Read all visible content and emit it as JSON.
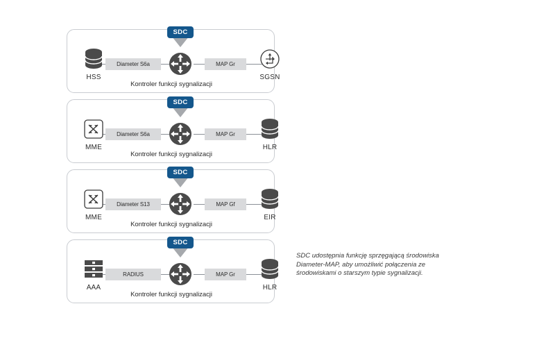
{
  "diagram": {
    "title_text_color": "#2b2b2b",
    "accent_color": "#14578c",
    "chip_color": "#d9dadc",
    "card_border_color": "#c9ccd1",
    "center_node_label": "SDC",
    "rows": [
      {
        "id": "row-1",
        "left_node": {
          "label": "HSS",
          "icon": "database-icon"
        },
        "left_link": "Diameter S6a",
        "right_link": "MAP Gr",
        "right_node": {
          "label": "SGSN",
          "icon": "router-outline-icon"
        },
        "center_badge": "SDC",
        "center_label": "Kontroler funkcji sygnalizacji"
      },
      {
        "id": "row-2",
        "left_node": {
          "label": "MME",
          "icon": "switch-icon"
        },
        "left_link": "Diameter S6a",
        "right_link": "MAP Gr",
        "right_node": {
          "label": "HLR",
          "icon": "database-icon"
        },
        "center_badge": "SDC",
        "center_label": "Kontroler funkcji sygnalizacji"
      },
      {
        "id": "row-3",
        "left_node": {
          "label": "MME",
          "icon": "switch-icon"
        },
        "left_link": "Diameter S13",
        "right_link": "MAP Gf",
        "right_node": {
          "label": "EIR",
          "icon": "database-icon"
        },
        "center_badge": "SDC",
        "center_label": "Kontroler funkcji sygnalizacji"
      },
      {
        "id": "row-4",
        "left_node": {
          "label": "AAA",
          "icon": "server-stack-icon"
        },
        "left_link": "RADIUS",
        "right_link": "MAP Gr",
        "right_node": {
          "label": "HLR",
          "icon": "database-icon"
        },
        "center_badge": "SDC",
        "center_label": "Kontroler funkcji sygnalizacji"
      }
    ]
  },
  "note": {
    "line1": "SDC udostępnia funkcję sprzęgającą środowiska",
    "line2": "Diameter-MAP, aby umożliwić połączenia ze",
    "line3": "środowiskami o starszym typie sygnalizacji."
  }
}
